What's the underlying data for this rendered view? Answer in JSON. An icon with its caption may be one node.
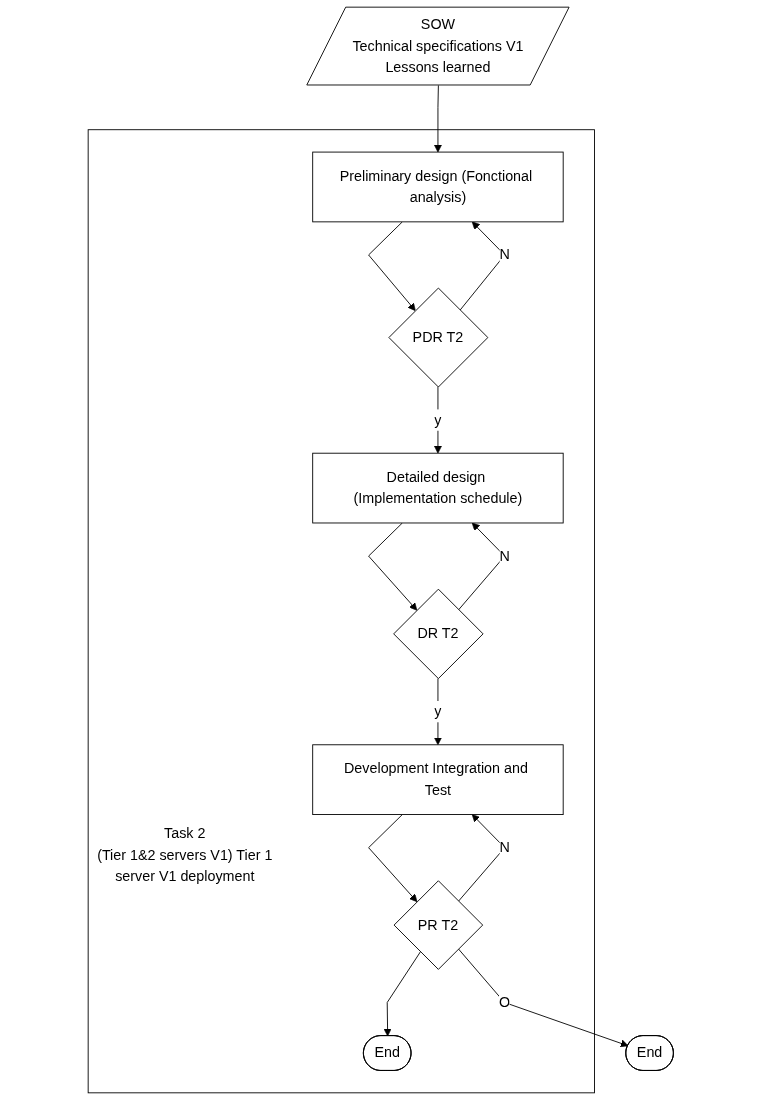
{
  "diagram": {
    "nodes": [
      {
        "text": [
          "SOW",
          "Technical specifications V1",
          "Lessons learned"
        ]
      },
      {
        "text": [
          "Task 2",
          "(Tier 1&2 servers V1) Tier 1 server V1 deployment"
        ]
      },
      {
        "text": [
          "Preliminary design (Fonctional analysis)"
        ],
        "in": 1
      },
      {
        "text": [
          "PDR T2"
        ],
        "in": 1
      },
      {
        "text": [
          "Detailed design (Implementation schedule)"
        ],
        "in": 1
      },
      {
        "text": [
          "DR T2"
        ],
        "in": 1
      },
      {
        "text": [
          "Development Integration and Test"
        ],
        "in": 1
      },
      {
        "text": [
          "PR T2"
        ],
        "in": 1
      },
      {
        "text": [
          "End"
        ],
        "in": 1
      },
      {
        "text": [
          "End"
        ]
      }
    ],
    "edges": [
      {
        "from": 0,
        "to": 2,
        "arrow": "to"
      },
      {
        "from": 2,
        "to": 3,
        "arrow": "to"
      },
      {
        "from": 3,
        "to": 2,
        "arrow": "to",
        "label": "N"
      },
      {
        "from": 3,
        "to": 4,
        "arrow": "to",
        "label": "y"
      },
      {
        "from": 4,
        "to": 5,
        "arrow": "to"
      },
      {
        "from": 5,
        "to": 4,
        "arrow": "to",
        "label": "N"
      },
      {
        "from": 5,
        "to": 6,
        "arrow": "to",
        "label": "y"
      },
      {
        "from": 6,
        "to": 7,
        "arrow": "to"
      },
      {
        "from": 7,
        "to": 6,
        "arrow": "to",
        "label": "N"
      },
      {
        "from": 7,
        "to": 8,
        "arrow": "to"
      },
      {
        "from": 7,
        "to": 9,
        "arrow": "to",
        "label": "O"
      }
    ]
  }
}
